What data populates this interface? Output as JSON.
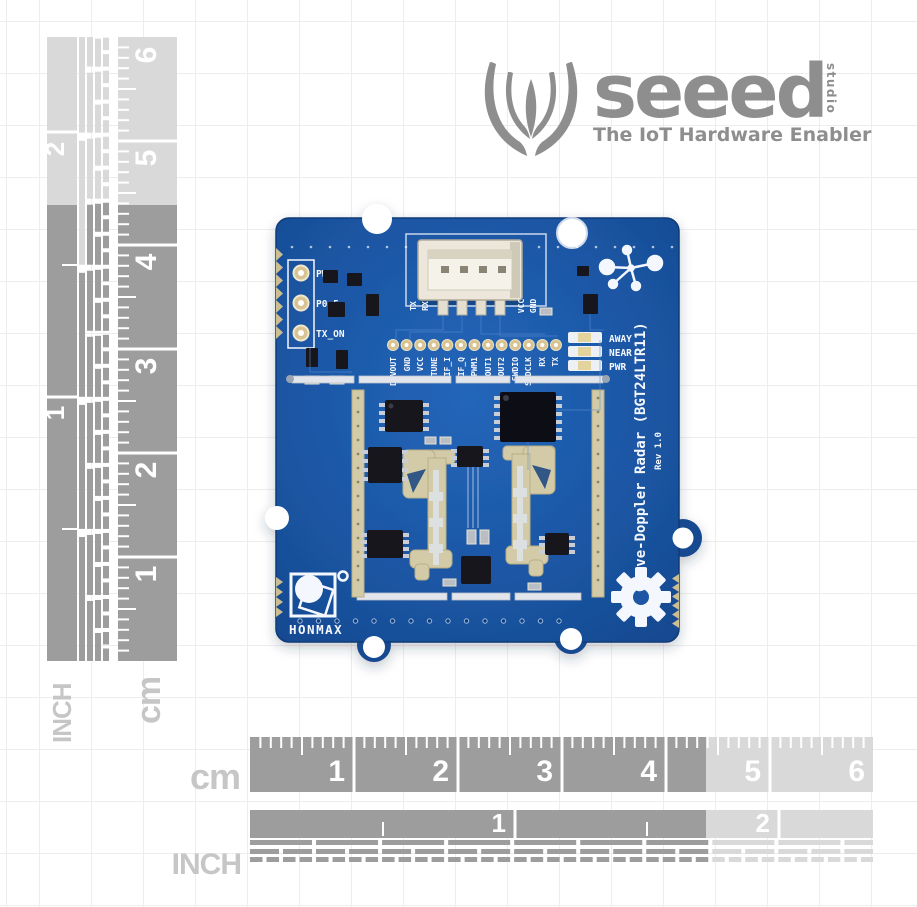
{
  "brand": {
    "name": "seeed",
    "studio": "studio",
    "tagline": "The IoT Hardware Enabler"
  },
  "rulers": {
    "cm_label": "cm",
    "inch_label": "INCH",
    "cm_numbers": [
      "1",
      "2",
      "3",
      "4",
      "5",
      "6"
    ],
    "inch_numbers": [
      "1",
      "2"
    ],
    "dark_color": "#9d9d9d",
    "light_color": "#d9d9d9",
    "label_color": "#c6c6c6"
  },
  "pcb": {
    "title": "Grove-Doppler Radar (BGT24LTR11)",
    "revision": "Rev 1.0",
    "vendor": "HONMAX",
    "header_pins": [
      "PWM2",
      "P0.5",
      "TX_ON"
    ],
    "connector_pins": [
      "TX",
      "RX",
      "VCC",
      "GND"
    ],
    "breakout_pins": [
      "DIVOUT",
      "GND",
      "VCC",
      "VTUNE",
      "IF_I",
      "IF_Q",
      "PWM1",
      "OUT1",
      "OUT2",
      "SWDIO",
      "SWDCLK",
      "RX",
      "TX"
    ],
    "led_labels": [
      "AWAY",
      "NEAR",
      "PWR"
    ],
    "board_color": "#1b56a4",
    "antenna_color": "#d3cba8",
    "silkscreen_color": "#f4f7fd"
  }
}
